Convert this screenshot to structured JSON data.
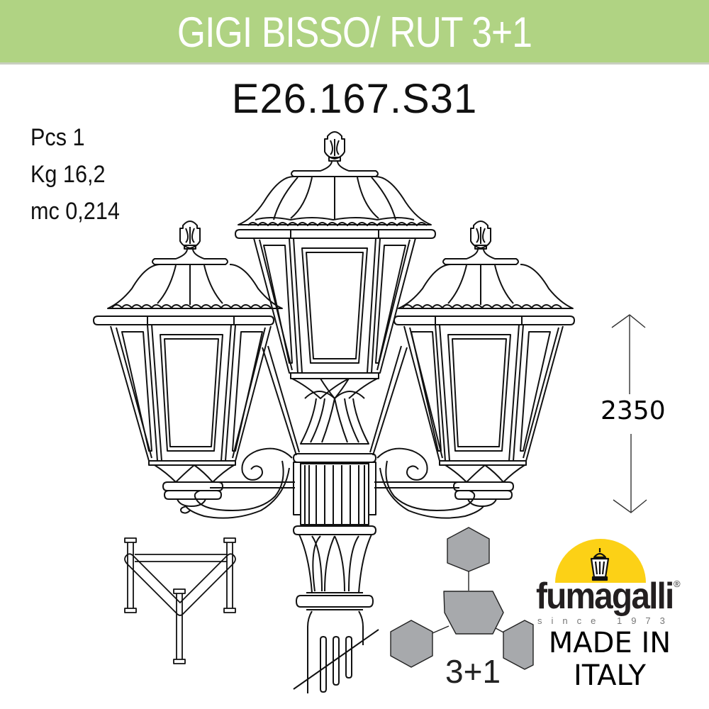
{
  "header": {
    "title": "GIGI BISSO/ RUT 3+1",
    "background_color": "#b0d383",
    "text_color": "#ffffff"
  },
  "product": {
    "code": "E26.167.S31"
  },
  "specs": {
    "pieces": "Pcs 1",
    "weight": "Kg 16,2",
    "volume": "mc 0,214"
  },
  "dimension": {
    "height_label": "2350",
    "icon": "double-arrow-vertical-icon"
  },
  "configuration": {
    "label": "3+1",
    "icon": "hexagon-cluster-icon",
    "hex_fill": "#a7a9ac"
  },
  "base": {
    "icon": "tripod-base-bracket-icon"
  },
  "illustration": {
    "icon": "three-lantern-lamp-post-drawing"
  },
  "brand": {
    "name": "fumagalli",
    "registered": "®",
    "since": "since 1973",
    "made_in_line1": "MADE IN",
    "made_in_line2": "ITALY",
    "logo_color": "#fcd116",
    "icon": "lantern-logo-icon"
  }
}
